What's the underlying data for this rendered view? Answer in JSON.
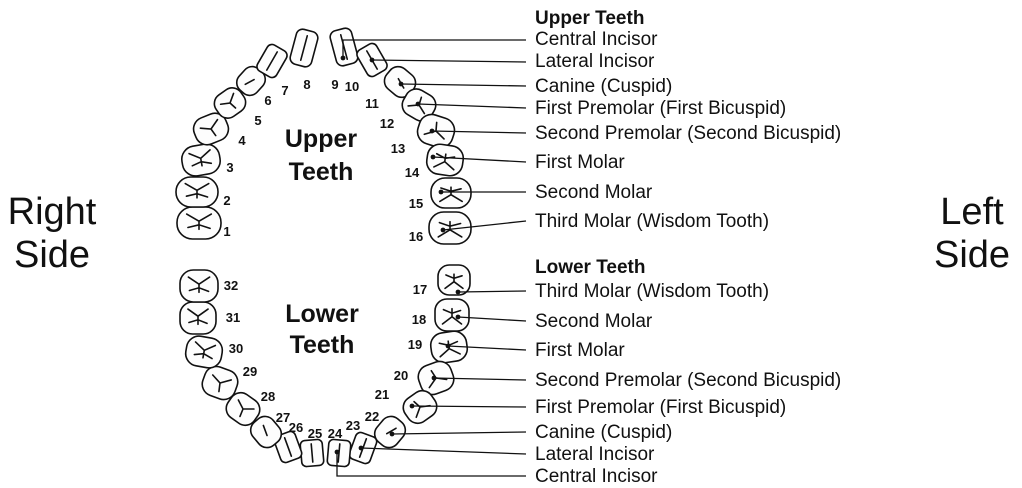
{
  "sides": {
    "right": [
      "Right",
      "Side"
    ],
    "left": [
      "Left",
      "Side"
    ]
  },
  "arch_labels": {
    "upper": [
      "Upper",
      "Teeth"
    ],
    "lower": [
      "Lower",
      "Teeth"
    ]
  },
  "upper_heading": "Upper Teeth",
  "lower_heading": "Lower Teeth",
  "upper_labels": [
    "Central Incisor",
    "Lateral Incisor",
    "Canine (Cuspid)",
    "First Premolar (First Bicuspid)",
    "Second Premolar (Second Bicuspid)",
    "First Molar",
    "Second Molar",
    "Third Molar (Wisdom Tooth)"
  ],
  "lower_labels": [
    "Third Molar (Wisdom Tooth)",
    "Second Molar",
    "First Molar",
    "Second Premolar (Second Bicuspid)",
    "First Premolar (First Bicuspid)",
    "Canine (Cuspid)",
    "Lateral Incisor",
    "Central Incisor"
  ],
  "tooth_numbers": [
    "1",
    "2",
    "3",
    "4",
    "5",
    "6",
    "7",
    "8",
    "9",
    "10",
    "11",
    "12",
    "13",
    "14",
    "15",
    "16",
    "17",
    "18",
    "19",
    "20",
    "21",
    "22",
    "23",
    "24",
    "25",
    "26",
    "27",
    "28",
    "29",
    "30",
    "31",
    "32"
  ]
}
